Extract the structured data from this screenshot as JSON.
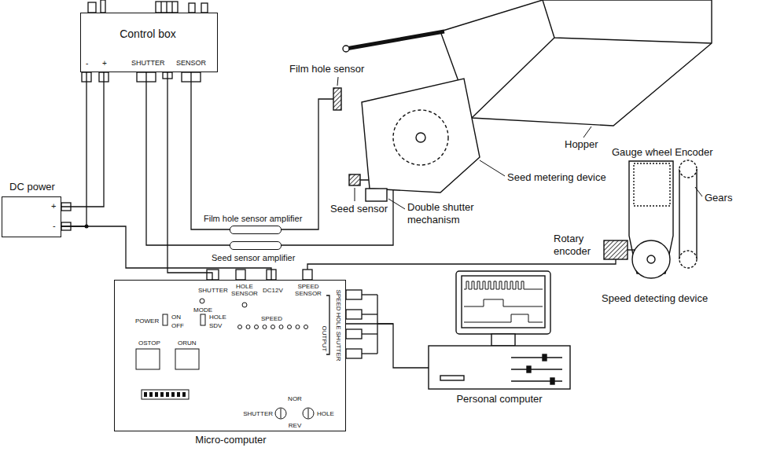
{
  "diagram": {
    "nodes": [
      {
        "text": [
          "Control box",
          "-",
          "+",
          "SHUTTER",
          "SENSOR"
        ]
      },
      {
        "text": [
          "DC power",
          "+",
          "-"
        ]
      },
      {
        "text": [
          "Film hole sensor amplifier"
        ]
      },
      {
        "text": [
          "Seed sensor amplifier"
        ]
      },
      {
        "text": [
          "Micro-computer",
          "SHUTTER",
          "HOLE SENSOR",
          "DC12V",
          "SPEED SENSOR",
          "POWER",
          "ON",
          "OFF",
          "MODE",
          "HOLE",
          "SDV",
          "SPEED",
          "OSTOP",
          "ORUN",
          "SPEED HOLE SHUTTER",
          "OUTPUT",
          "NOR",
          "SHUTTER",
          "HOLE",
          "REV"
        ]
      },
      {
        "text": [
          "Personal computer"
        ]
      }
    ],
    "edges": [
      {
        "from": 0,
        "to": 1,
        "arrow": "none"
      },
      {
        "from": 0,
        "to": 1,
        "arrow": "none"
      },
      {
        "from": 0,
        "to": 2,
        "arrow": "none"
      },
      {
        "from": 0,
        "to": 3,
        "arrow": "none"
      },
      {
        "from": 1,
        "to": 4,
        "arrow": "none"
      },
      {
        "from": 0,
        "to": 4,
        "arrow": "none"
      },
      {
        "from": 4,
        "to": 5,
        "arrow": "none"
      }
    ],
    "labels": [
      "Film hole sensor",
      "Hopper",
      "Gauge wheel Encoder",
      "Seed metering device",
      "Seed sensor",
      "Double shutter mechanism",
      "Gears",
      "Rotary encoder",
      "Speed detecting device"
    ]
  }
}
